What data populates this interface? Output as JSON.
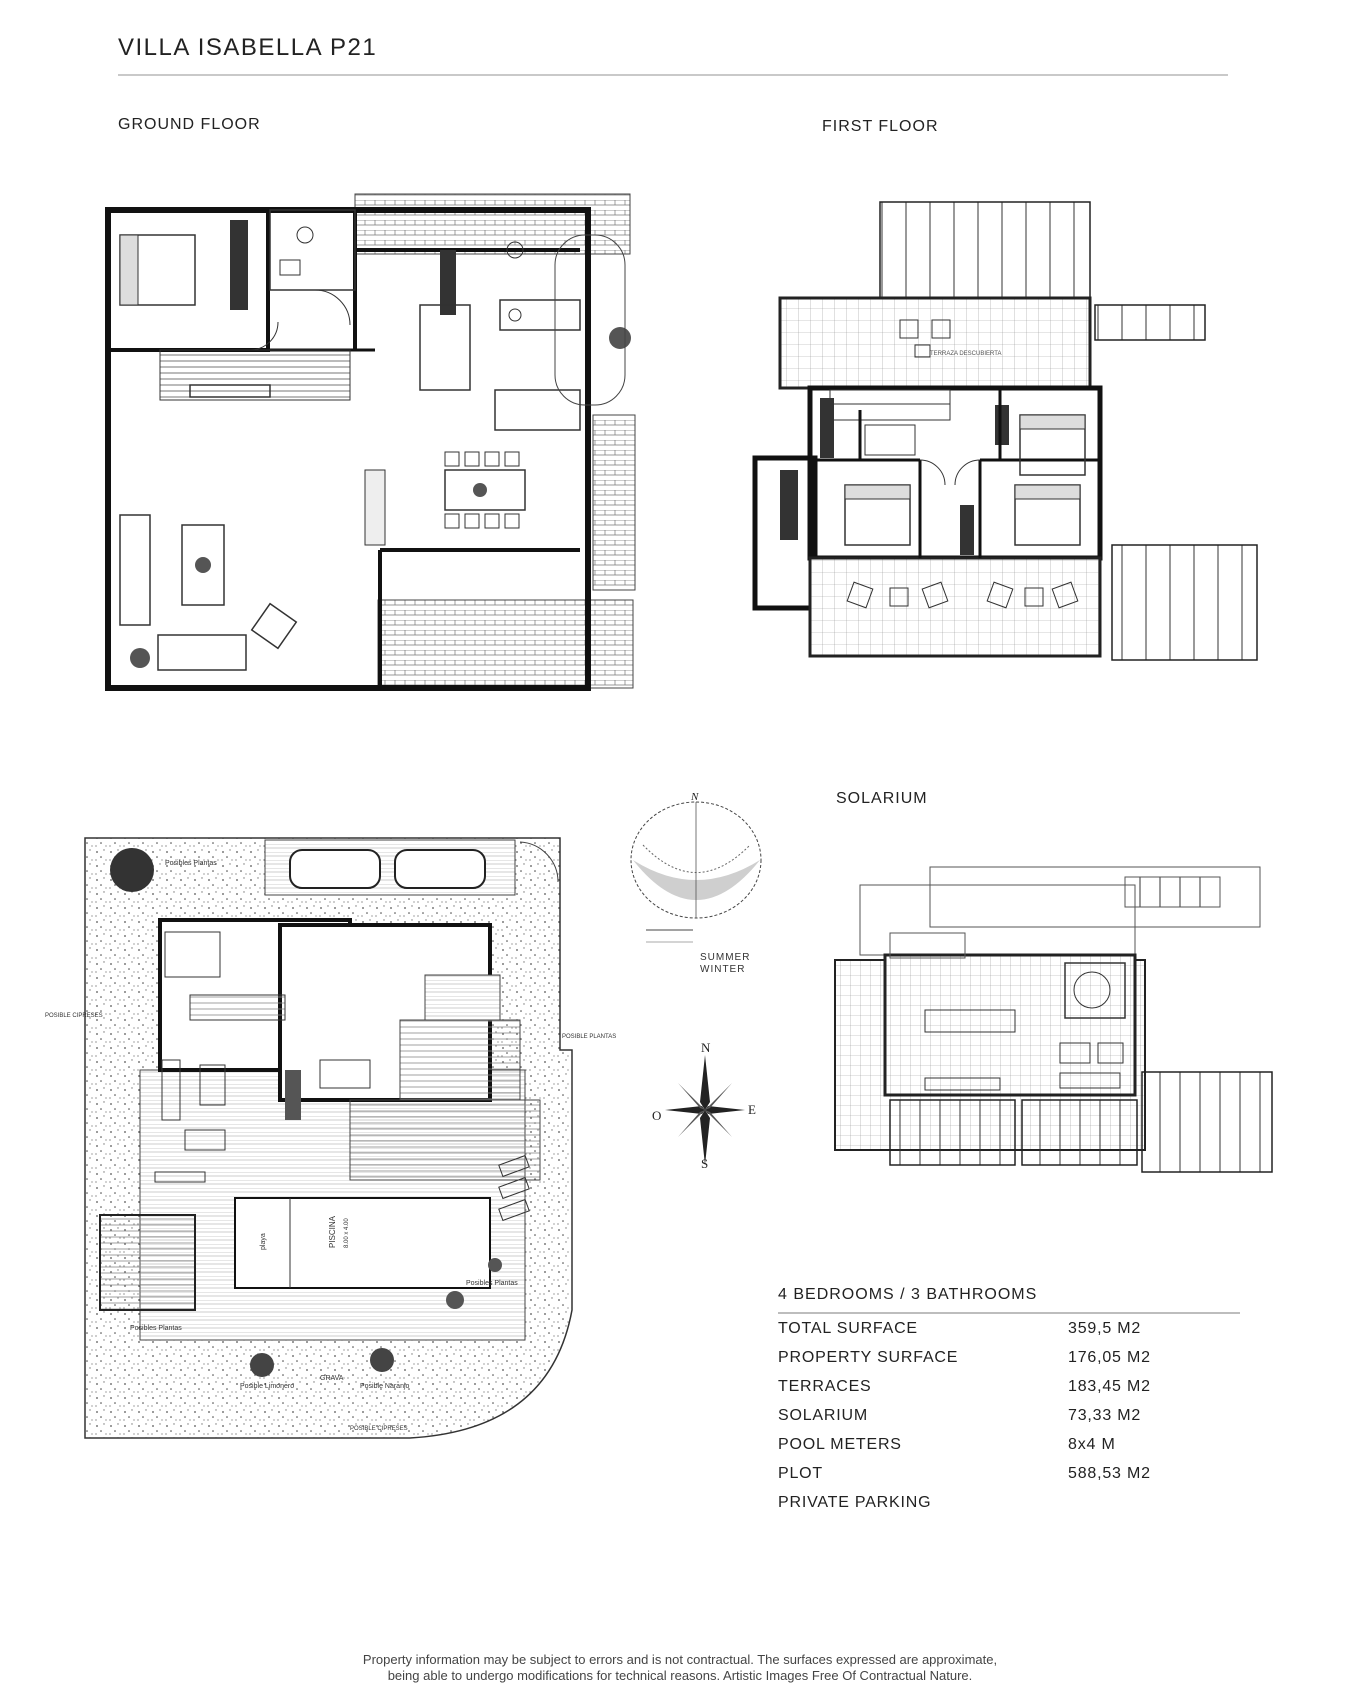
{
  "title": "VILLA ISABELLA P21",
  "labels": {
    "ground_floor": "GROUND FLOOR",
    "first_floor": "FIRST FLOOR",
    "solarium": "SOLARIUM"
  },
  "specs": {
    "heading": "4 BEDROOMS / 3 BATHROOMS",
    "rows": [
      {
        "label": "TOTAL SURFACE",
        "value": "359,5 M2"
      },
      {
        "label": "PROPERTY SURFACE",
        "value": "176,05 M2"
      },
      {
        "label": "TERRACES",
        "value": "183,45 M2"
      },
      {
        "label": "SOLARIUM",
        "value": "73,33 M2"
      },
      {
        "label": "POOL METERS",
        "value": "8x4 M"
      },
      {
        "label": "PLOT",
        "value": "588,53 M2"
      },
      {
        "label": "PRIVATE PARKING",
        "value": ""
      }
    ]
  },
  "sun_legend": {
    "north": "N",
    "summer": "SUMMER",
    "winter": "WINTER"
  },
  "compass": {
    "n": "N",
    "s": "S",
    "e": "E",
    "o": "O"
  },
  "site_plan": {
    "posibles_plantas": "Posibles Plantas",
    "posible_cipreses": "POSIBLE CIPRESES",
    "posible_plantas": "POSIBLE PLANTAS",
    "piscina": "PISCINA",
    "piscina_dim": "8.00 x 4.00",
    "playa": "playa",
    "grava": "GRAVA",
    "posible_limonero": "Posible Limonero",
    "posible_naranjo": "Posible Naranjo"
  },
  "first_floor_plan": {
    "terraza": "TERRAZA DESCUBIERTA"
  },
  "disclaimer": {
    "line1": "Property information may be subject to errors and is not contractual. The surfaces expressed are approximate,",
    "line2": "being able to undergo modifications for technical reasons. Artistic Images Free Of Contractual Nature."
  }
}
